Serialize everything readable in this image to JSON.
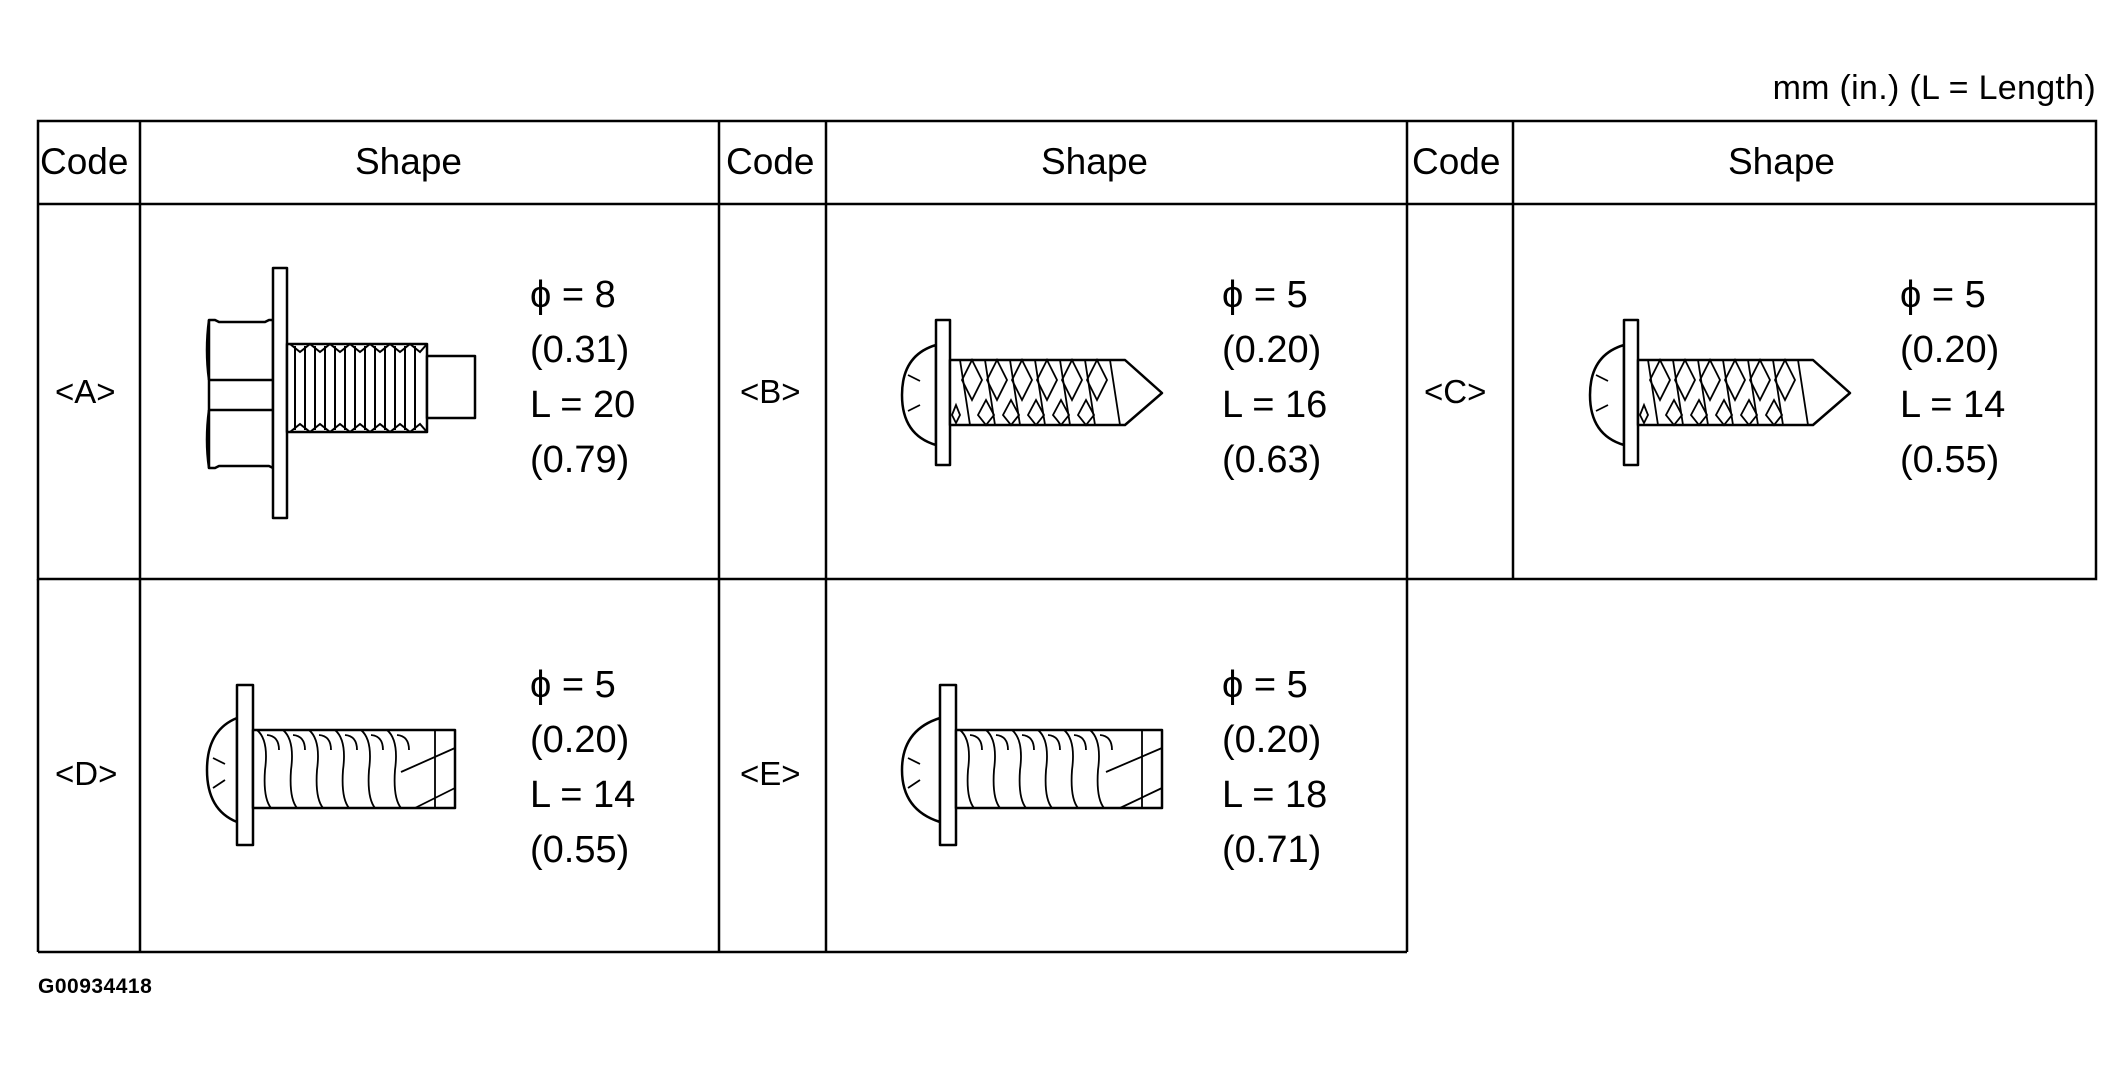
{
  "units_note": "mm (in.) (L = Length)",
  "headers": {
    "code": "Code",
    "shape": "Shape"
  },
  "fasteners": [
    {
      "code": "<A>",
      "type": "hex-bolt-with-washer-icon",
      "dia": "ϕ = 8",
      "dia_in": "(0.31)",
      "len": "L = 20",
      "len_in": "(0.79)"
    },
    {
      "code": "<B>",
      "type": "tapping-screw-icon",
      "dia": "ϕ = 5",
      "dia_in": "(0.20)",
      "len": "L = 16",
      "len_in": "(0.63)"
    },
    {
      "code": "<C>",
      "type": "tapping-screw-icon",
      "dia": "ϕ = 5",
      "dia_in": "(0.20)",
      "len": "L = 14",
      "len_in": "(0.55)"
    },
    {
      "code": "<D>",
      "type": "thread-forming-screw-icon",
      "dia": "ϕ = 5",
      "dia_in": "(0.20)",
      "len": "L = 14",
      "len_in": "(0.55)"
    },
    {
      "code": "<E>",
      "type": "thread-forming-screw-icon",
      "dia": "ϕ = 5",
      "dia_in": "(0.20)",
      "len": "L = 18",
      "len_in": "(0.71)"
    }
  ],
  "figure_id": "G00934418"
}
